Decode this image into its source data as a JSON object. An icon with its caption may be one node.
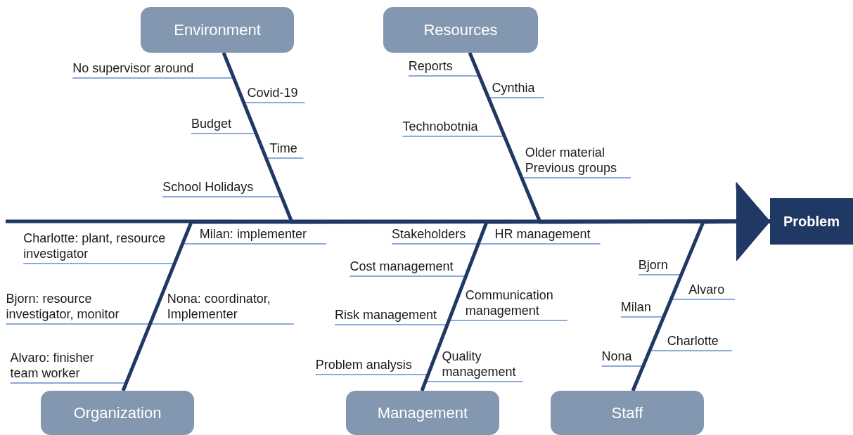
{
  "diagram": {
    "nodes": [
      {
        "text": [
          "Environment"
        ]
      },
      {
        "text": [
          "No supervisor around"
        ]
      },
      {
        "text": [
          "Covid-19"
        ]
      },
      {
        "text": [
          "Budget"
        ]
      },
      {
        "text": [
          "Time"
        ]
      },
      {
        "text": [
          "School Holidays"
        ]
      },
      {
        "text": [
          "Resources"
        ]
      },
      {
        "text": [
          "Reports"
        ]
      },
      {
        "text": [
          "Cynthia"
        ]
      },
      {
        "text": [
          "Technobotnia"
        ]
      },
      {
        "text": [
          "Older material Previous groups"
        ]
      },
      {
        "text": [
          "Problem"
        ]
      },
      {
        "text": [
          "Organization"
        ]
      },
      {
        "text": [
          "Charlotte: plant, resource investigator"
        ]
      },
      {
        "text": [
          "Milan: implementer"
        ]
      },
      {
        "text": [
          "Bjorn: resource investigator, monitor"
        ]
      },
      {
        "text": [
          "Nona: coordinator, Implementer"
        ]
      },
      {
        "text": [
          "Alvaro: finisher team worker"
        ]
      },
      {
        "text": [
          "Management"
        ]
      },
      {
        "text": [
          "Stakeholders"
        ]
      },
      {
        "text": [
          "HR management"
        ]
      },
      {
        "text": [
          "Cost management"
        ]
      },
      {
        "text": [
          "Communication management"
        ]
      },
      {
        "text": [
          "Risk management"
        ]
      },
      {
        "text": [
          "Quality management"
        ]
      },
      {
        "text": [
          "Problem analysis"
        ]
      },
      {
        "text": [
          "Staff"
        ]
      },
      {
        "text": [
          "Bjorn"
        ]
      },
      {
        "text": [
          "Alvaro"
        ]
      },
      {
        "text": [
          "Milan"
        ]
      },
      {
        "text": [
          "Charlotte"
        ]
      },
      {
        "text": [
          "Nona"
        ]
      }
    ],
    "edges": [
      {
        "from": null,
        "to": 11,
        "arrow": "to",
        "style": "thick",
        "color": "#203864"
      },
      {
        "from": 0,
        "to": 11,
        "arrow": "to",
        "style": "thick",
        "color": "#203864"
      },
      {
        "from": 6,
        "to": 11,
        "arrow": "to",
        "style": "thick",
        "color": "#203864"
      },
      {
        "from": 12,
        "to": 11,
        "arrow": "to",
        "style": "thick",
        "color": "#203864"
      },
      {
        "from": 18,
        "to": 11,
        "arrow": "to",
        "style": "thick",
        "color": "#203864"
      },
      {
        "from": 26,
        "to": 11,
        "arrow": "to",
        "style": "thick",
        "color": "#203864"
      },
      {
        "from": 1,
        "to": 0,
        "arrow": "none"
      },
      {
        "from": 2,
        "to": 0,
        "arrow": "none"
      },
      {
        "from": 3,
        "to": 0,
        "arrow": "none"
      },
      {
        "from": 4,
        "to": 0,
        "arrow": "none"
      },
      {
        "from": 5,
        "to": 0,
        "arrow": "none"
      },
      {
        "from": 7,
        "to": 6,
        "arrow": "none"
      },
      {
        "from": 8,
        "to": 6,
        "arrow": "none"
      },
      {
        "from": 9,
        "to": 6,
        "arrow": "none"
      },
      {
        "from": 10,
        "to": 6,
        "arrow": "none"
      },
      {
        "from": 13,
        "to": 12,
        "arrow": "none"
      },
      {
        "from": 14,
        "to": 12,
        "arrow": "none"
      },
      {
        "from": 15,
        "to": 12,
        "arrow": "none"
      },
      {
        "from": 16,
        "to": 12,
        "arrow": "none"
      },
      {
        "from": 17,
        "to": 12,
        "arrow": "none"
      },
      {
        "from": 19,
        "to": 18,
        "arrow": "none"
      },
      {
        "from": 20,
        "to": 18,
        "arrow": "none"
      },
      {
        "from": 21,
        "to": 18,
        "arrow": "none"
      },
      {
        "from": 22,
        "to": 18,
        "arrow": "none"
      },
      {
        "from": 23,
        "to": 18,
        "arrow": "none"
      },
      {
        "from": 24,
        "to": 18,
        "arrow": "none"
      },
      {
        "from": 25,
        "to": 18,
        "arrow": "none"
      },
      {
        "from": 27,
        "to": 26,
        "arrow": "none"
      },
      {
        "from": 28,
        "to": 26,
        "arrow": "none"
      },
      {
        "from": 29,
        "to": 26,
        "arrow": "none"
      },
      {
        "from": 30,
        "to": 26,
        "arrow": "none"
      },
      {
        "from": 31,
        "to": 26,
        "arrow": "none"
      }
    ]
  }
}
